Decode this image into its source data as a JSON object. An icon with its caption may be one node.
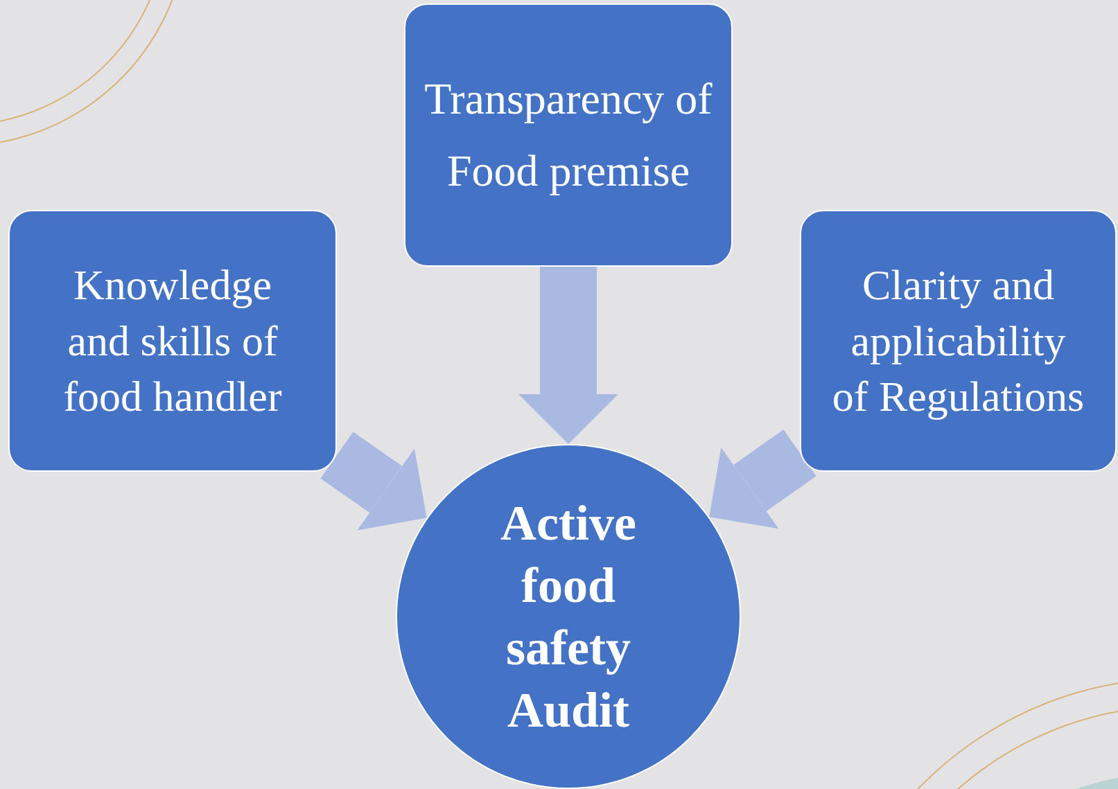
{
  "diagram": {
    "nodes": [
      {
        "text": [
          "Transparency of Food premise"
        ]
      },
      {
        "text": [
          "Knowledge and skills of food handler"
        ]
      },
      {
        "text": [
          "Clarity and applicability of Regulations"
        ]
      },
      {
        "text": [
          "Active food safety Audit"
        ]
      }
    ],
    "edges": [
      {
        "from": 0,
        "to": 3,
        "arrow": "to"
      },
      {
        "from": 1,
        "to": 3,
        "arrow": "to"
      },
      {
        "from": 2,
        "to": 3,
        "arrow": "to"
      }
    ]
  }
}
